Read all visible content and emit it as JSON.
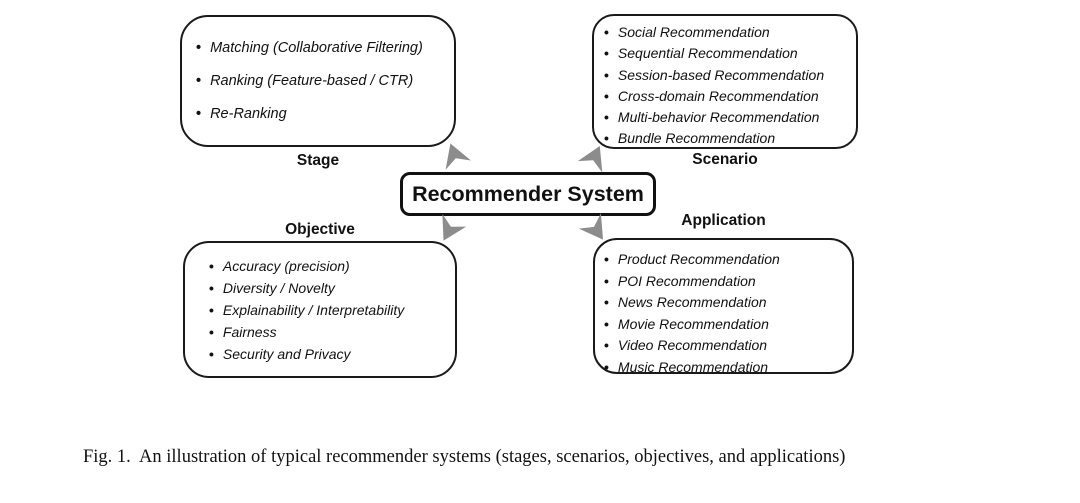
{
  "diagram": {
    "center_label": "Recommender System",
    "groups": [
      {
        "label": "Stage",
        "label_position": "below-box",
        "items": [
          "Matching (Collaborative Filtering)",
          "Ranking (Feature-based / CTR)",
          "Re-Ranking"
        ]
      },
      {
        "label": "Scenario",
        "label_position": "below-box",
        "items": [
          "Social Recommendation",
          "Sequential Recommendation",
          "Session-based Recommendation",
          "Cross-domain Recommendation",
          "Multi-behavior Recommendation",
          "Bundle Recommendation"
        ]
      },
      {
        "label": "Objective",
        "label_position": "above-box",
        "items": [
          "Accuracy (precision)",
          "Diversity / Novelty",
          "Explainability / Interpretability",
          "Fairness",
          "Security and Privacy"
        ]
      },
      {
        "label": "Application",
        "label_position": "above-box",
        "items": [
          "Product Recommendation",
          "POI Recommendation",
          "News Recommendation",
          "Movie Recommendation",
          "Video Recommendation",
          "Music Recommendation"
        ]
      }
    ],
    "colors": {
      "background": "#ffffff",
      "box_border": "#1a1a1a",
      "text": "#111111",
      "arrow": "#8c8c8c"
    }
  },
  "caption": "Fig. 1.  An illustration of typical recommender systems (stages, scenarios, objectives, and applications)"
}
